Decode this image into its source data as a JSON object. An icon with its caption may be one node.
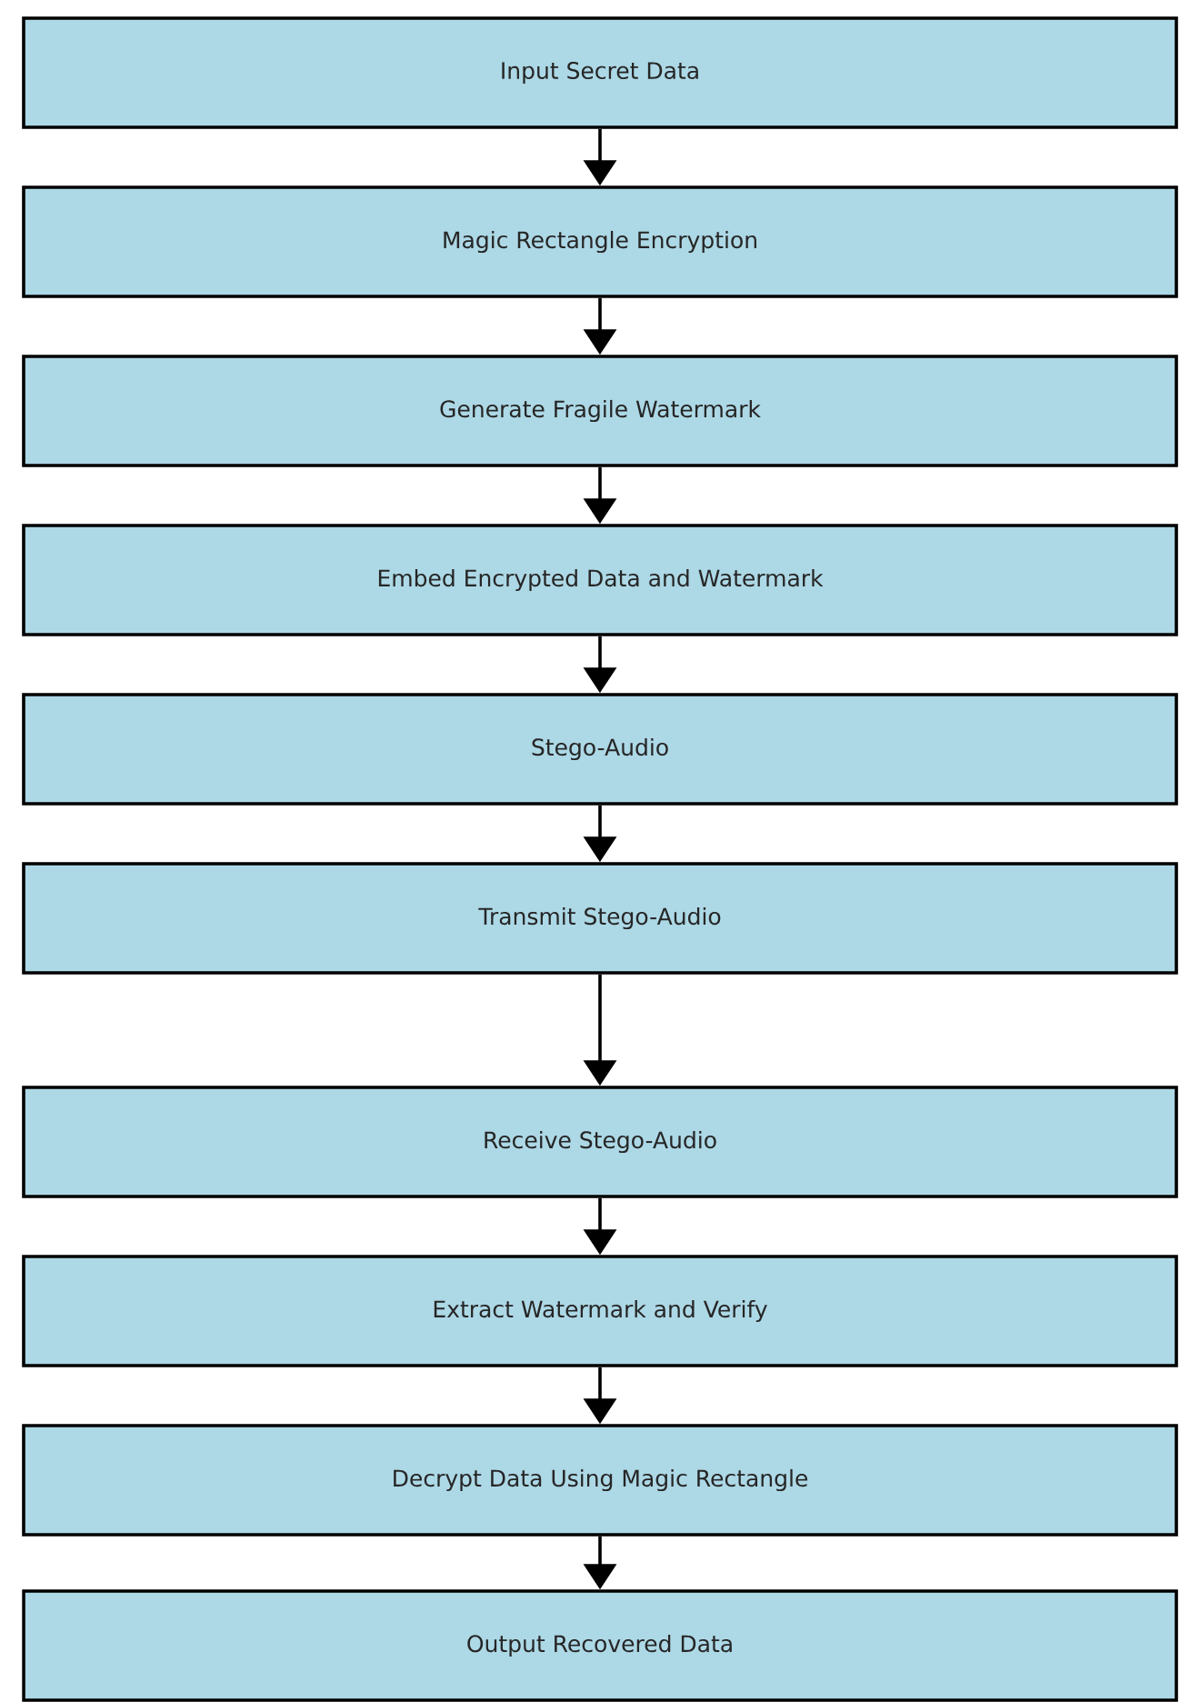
{
  "diagram": {
    "nodes": [
      {
        "text": [
          "Input Secret Data"
        ]
      },
      {
        "text": [
          "Magic Rectangle Encryption"
        ]
      },
      {
        "text": [
          "Generate Fragile Watermark"
        ]
      },
      {
        "text": [
          "Embed Encrypted Data and Watermark"
        ]
      },
      {
        "text": [
          "Stego-Audio"
        ]
      },
      {
        "text": [
          "Transmit Stego-Audio"
        ]
      },
      {
        "text": [
          "Receive Stego-Audio"
        ]
      },
      {
        "text": [
          "Extract Watermark and Verify"
        ]
      },
      {
        "text": [
          "Decrypt Data Using Magic Rectangle"
        ]
      },
      {
        "text": [
          "Output Recovered Data"
        ]
      }
    ],
    "edges": [
      {
        "from": 0,
        "to": 1,
        "arrow": "to"
      },
      {
        "from": 1,
        "to": 2,
        "arrow": "to"
      },
      {
        "from": 2,
        "to": 3,
        "arrow": "to"
      },
      {
        "from": 3,
        "to": 4,
        "arrow": "to"
      },
      {
        "from": 4,
        "to": 5,
        "arrow": "to"
      },
      {
        "from": 5,
        "to": 6,
        "arrow": "to"
      },
      {
        "from": 6,
        "to": 7,
        "arrow": "to"
      },
      {
        "from": 7,
        "to": 8,
        "arrow": "to"
      },
      {
        "from": 8,
        "to": 9,
        "arrow": "to"
      }
    ]
  }
}
